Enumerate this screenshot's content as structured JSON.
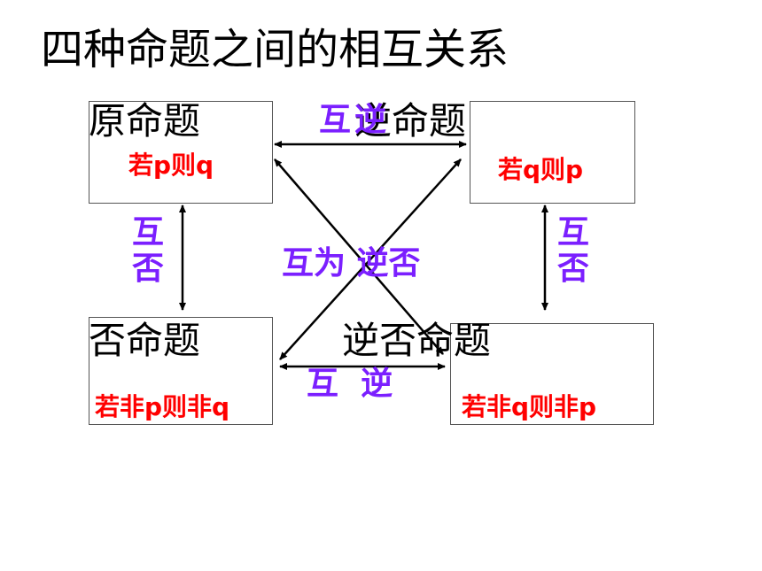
{
  "title": "四种命题之间的相互关系",
  "boxes": {
    "original": {
      "name": "原命题",
      "condition": "若p则q"
    },
    "converse": {
      "name": "逆命题",
      "condition": "若q则p"
    },
    "inverse": {
      "name": "否命题",
      "condition": "若非p则非q"
    },
    "contrapositive": {
      "name": "逆否命题",
      "condition": "若非q则非p"
    }
  },
  "relations": {
    "top": "互逆",
    "bottom": "互  逆",
    "left": "互否",
    "right": "互否",
    "diagonal": "互为 逆否"
  },
  "colors": {
    "relation_label": "#7b1fff",
    "condition_text": "#ff0000"
  }
}
